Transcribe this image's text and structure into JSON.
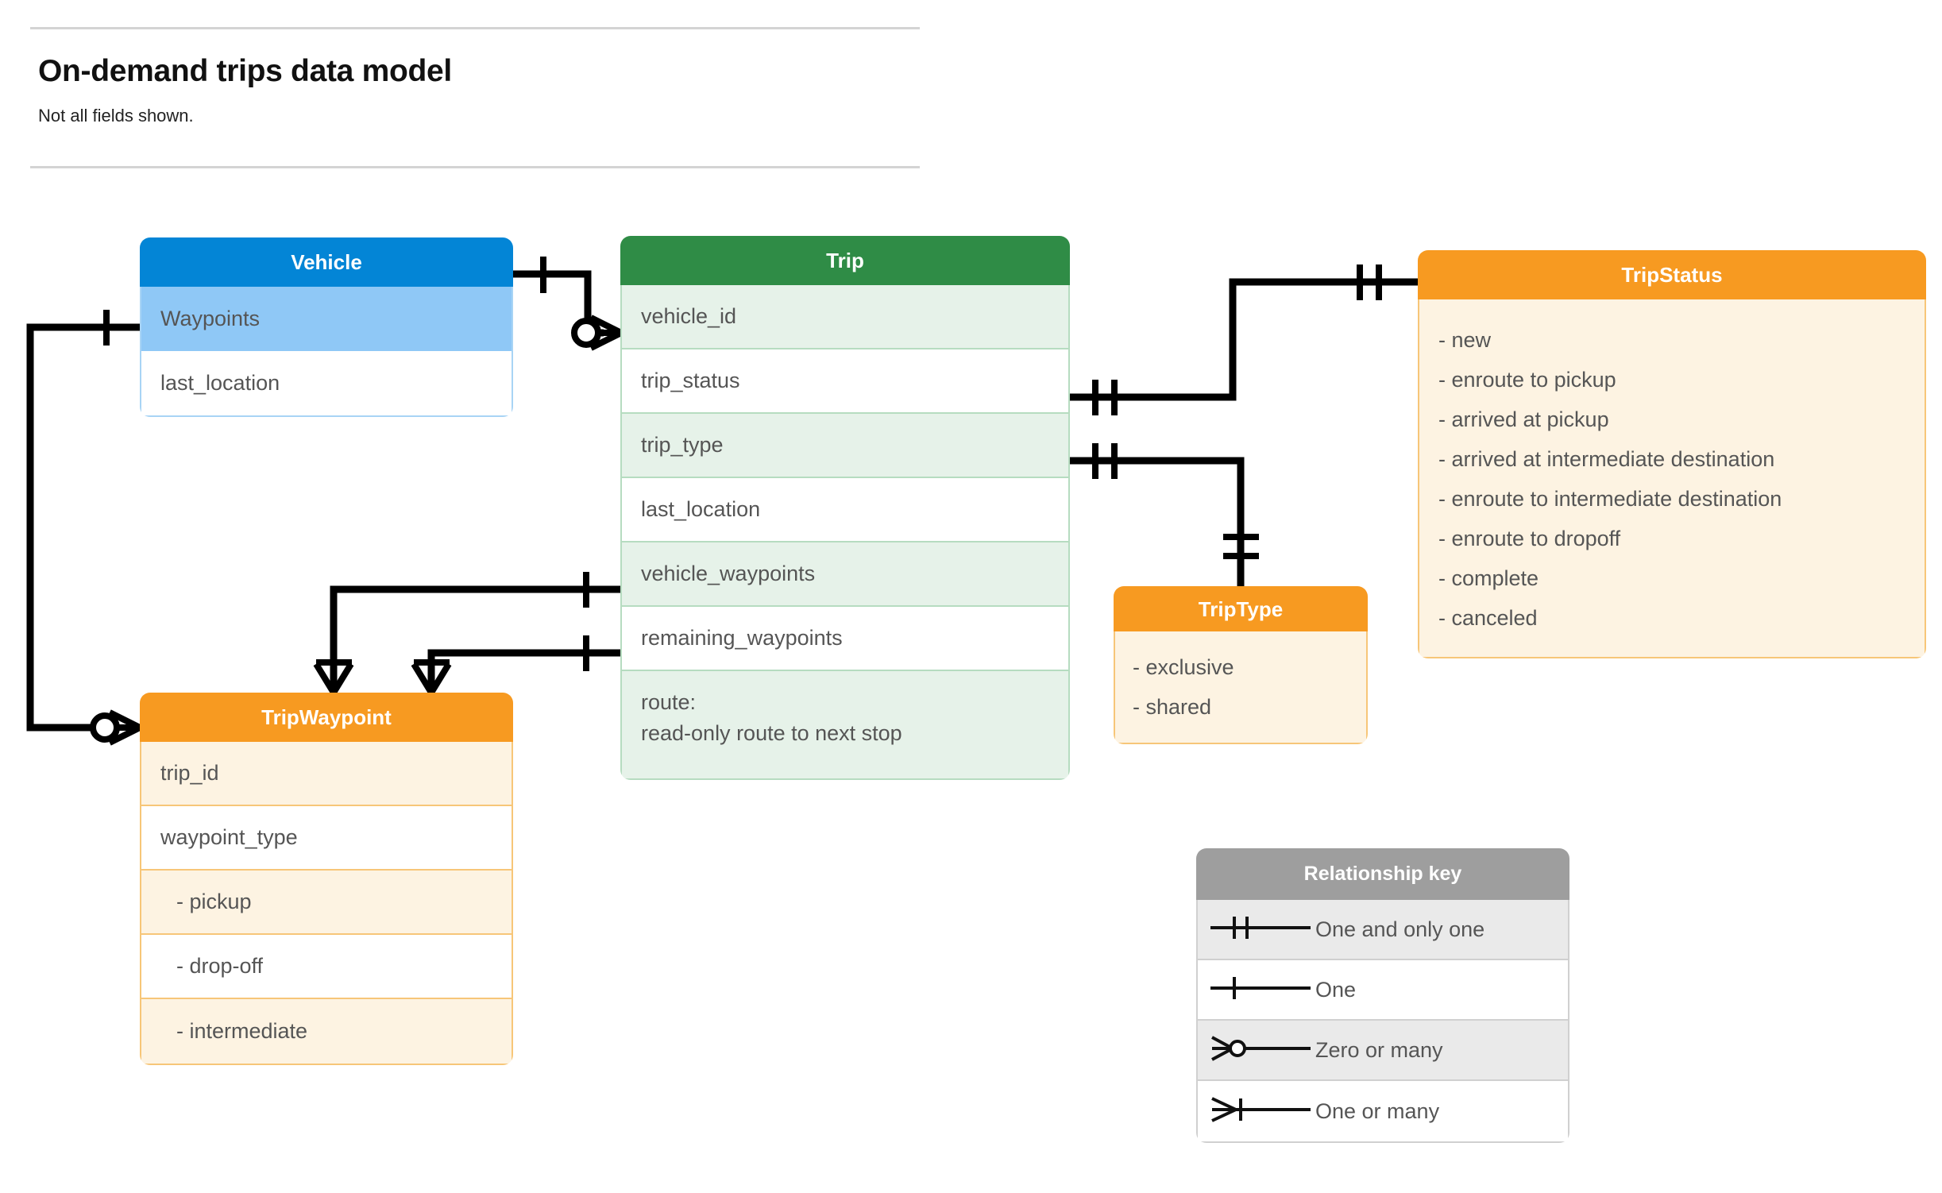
{
  "header": {
    "title": "On-demand trips data model",
    "subtitle": "Not all fields shown."
  },
  "colors": {
    "vehicle_header": "#0385d6",
    "vehicle_row_highlight": "#8fc8f6",
    "trip_header": "#2f8c46",
    "trip_row_tint": "#e6f2e9",
    "orange_header": "#f79a21",
    "orange_body": "#fdf3e2",
    "legend_header": "#9e9e9e",
    "legend_row_tint": "#eaeaea",
    "connector": "#000000",
    "text": "#555555"
  },
  "entities": {
    "vehicle": {
      "title": "Vehicle",
      "rows": [
        {
          "label": "Waypoints"
        },
        {
          "label": "last_location"
        }
      ]
    },
    "trip": {
      "title": "Trip",
      "rows": [
        {
          "label": "vehicle_id"
        },
        {
          "label": "trip_status"
        },
        {
          "label": "trip_type"
        },
        {
          "label": "last_location"
        },
        {
          "label": "vehicle_waypoints"
        },
        {
          "label": "remaining_waypoints"
        },
        {
          "label": "route:",
          "label2": "read-only route to next stop"
        }
      ]
    },
    "trip_status": {
      "title": "TripStatus",
      "values": [
        "- new",
        "- enroute to pickup",
        "- arrived at pickup",
        "- arrived at intermediate destination",
        "- enroute to intermediate destination",
        "- enroute to dropoff",
        "- complete",
        "- canceled"
      ]
    },
    "trip_type": {
      "title": "TripType",
      "values": [
        "- exclusive",
        "- shared"
      ]
    },
    "trip_waypoint": {
      "title": "TripWaypoint",
      "rows": [
        {
          "label": "trip_id"
        },
        {
          "label": "waypoint_type"
        },
        {
          "label": "-  pickup"
        },
        {
          "label": "-  drop-off"
        },
        {
          "label": "-  intermediate"
        }
      ]
    }
  },
  "legend": {
    "title": "Relationship key",
    "rows": [
      {
        "symbol": "one-and-only-one-icon",
        "label": "One and only one"
      },
      {
        "symbol": "one-icon",
        "label": "One"
      },
      {
        "symbol": "zero-or-many-icon",
        "label": "Zero or many"
      },
      {
        "symbol": "one-or-many-icon",
        "label": "One or many"
      }
    ]
  },
  "relationships": [
    {
      "from": "Vehicle",
      "from_card": "one",
      "to": "Trip.vehicle_id",
      "to_card": "zero or many"
    },
    {
      "from": "Vehicle.Waypoints",
      "from_card": "one",
      "to": "TripWaypoint",
      "to_card": "zero or many"
    },
    {
      "from": "Trip.trip_status",
      "from_card": "one and only one",
      "to": "TripStatus",
      "to_card": "one and only one"
    },
    {
      "from": "Trip.trip_type",
      "from_card": "one and only one",
      "to": "TripType",
      "to_card": "one and only one"
    },
    {
      "from": "Trip.vehicle_waypoints",
      "from_card": "one",
      "to": "TripWaypoint",
      "to_card": "one or many"
    },
    {
      "from": "Trip.remaining_waypoints",
      "from_card": "one",
      "to": "TripWaypoint",
      "to_card": "one or many"
    }
  ]
}
